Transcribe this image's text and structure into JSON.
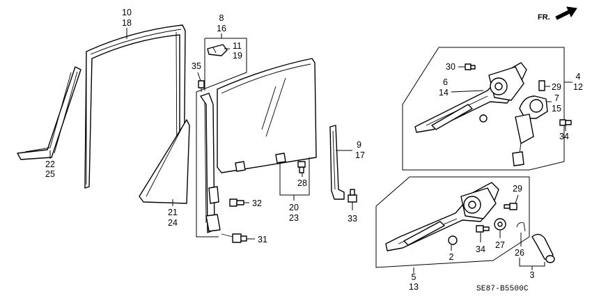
{
  "direction_label": "FR.",
  "diagram_code": "SE87-B5500C",
  "callouts": {
    "c10": "10",
    "c18": "18",
    "c8": "8",
    "c16": "16",
    "c11": "11",
    "c19": "19",
    "c35": "35",
    "c22": "22",
    "c25": "25",
    "c21": "21",
    "c24": "24",
    "c32": "32",
    "c31": "31",
    "c20": "20",
    "c23": "23",
    "c28": "28",
    "c9": "9",
    "c17": "17",
    "c33": "33",
    "c30": "30",
    "c6": "6",
    "c14": "14",
    "c29a": "29",
    "c4": "4",
    "c12": "12",
    "c7": "7",
    "c15": "15",
    "c34a": "34",
    "c29b": "29",
    "c2": "2",
    "c34b": "34",
    "c27": "27",
    "c26": "26",
    "c3": "3",
    "c5": "5",
    "c13": "13"
  },
  "icons": {
    "direction_arrow": "arrow-right-icon"
  }
}
